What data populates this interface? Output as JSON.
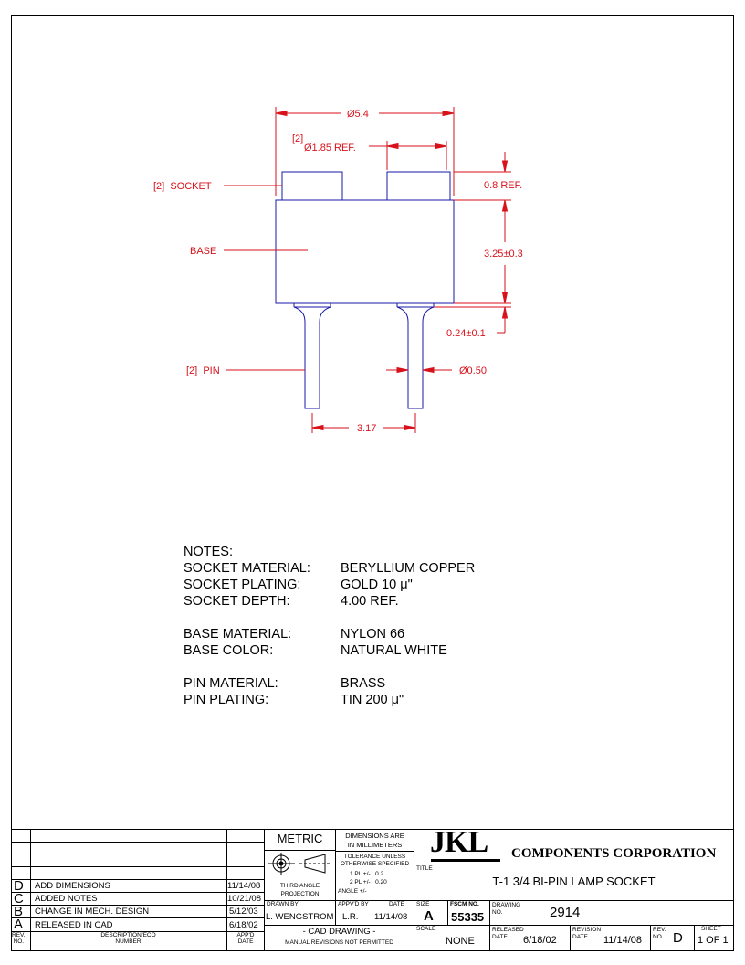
{
  "drawing": {
    "dimensions": {
      "overall_diameter": "Ø5.4",
      "socket_ref_count": "[2]",
      "socket_diameter": "Ø1.85 REF.",
      "socket_height": "0.8 REF.",
      "base_height": "3.25±0.3",
      "shoulder": "0.24±0.1",
      "pin_diameter": "Ø0.50",
      "pin_spacing": "3.17"
    },
    "callouts": {
      "socket": "[2]  SOCKET",
      "base": "BASE",
      "pin": "[2]  PIN"
    }
  },
  "notes": {
    "heading": "NOTES:",
    "groups": [
      [
        {
          "label": "SOCKET MATERIAL:",
          "value": "BERYLLIUM COPPER"
        },
        {
          "label": "SOCKET PLATING:",
          "value": "GOLD 10 μ\""
        },
        {
          "label": "SOCKET DEPTH:",
          "value": "4.00 REF."
        }
      ],
      [
        {
          "label": "BASE MATERIAL:",
          "value": "NYLON 66"
        },
        {
          "label": "BASE COLOR:",
          "value": "NATURAL WHITE"
        }
      ],
      [
        {
          "label": "PIN MATERIAL:",
          "value": "BRASS"
        },
        {
          "label": "PIN PLATING:",
          "value": "TIN 200 μ\""
        }
      ]
    ]
  },
  "revisions": {
    "rows": [
      {
        "rev": "D",
        "description": "ADD DIMENSIONS",
        "date": "11/14/08"
      },
      {
        "rev": "C",
        "description": "ADDED NOTES",
        "date": "10/21/08"
      },
      {
        "rev": "B",
        "description": "CHANGE IN MECH. DESIGN",
        "date": "5/12/03"
      },
      {
        "rev": "A",
        "description": "RELEASED IN CAD",
        "date": "6/18/02"
      }
    ],
    "header": {
      "rev_no": "REV.\nNO.",
      "description": "DESCRIPTION/ECO\nNUMBER",
      "appvd_date": "APP'D\nDATE"
    }
  },
  "title_block": {
    "units": "METRIC",
    "dims_are": "DIMENSIONS ARE\nIN MILLIMETERS",
    "tolerance": "TOLERANCE UNLESS\nOTHERWISE SPECIFIED",
    "tol_1pl": "1 PL +/-   0.2",
    "tol_2pl": "2 PL +/-   0.20",
    "angle": "ANGLE +/-",
    "projection": "THIRD ANGLE\nPROJECTION",
    "company_logo": "JKL",
    "company_name": "COMPONENTS CORPORATION",
    "title_label": "TITLE",
    "title": "T-1 3/4 BI-PIN LAMP SOCKET",
    "drawn_by_label": "DRAWN BY",
    "drawn_by": "L. WENGSTROM",
    "appvd_by_label": "APPV'D BY",
    "appvd_by": "L.R.",
    "date_label": "DATE",
    "date": "11/14/08",
    "size_label": "SIZE",
    "size": "A",
    "fscm_label": "FSCM NO.",
    "fscm": "55335",
    "drawing_no_label": "DRAWING\nNO.",
    "drawing_no": "2914",
    "cad_note": "- CAD DRAWING -",
    "manual_note": "MANUAL REVISIONS NOT PERMITTED",
    "scale_label": "SCALE",
    "scale": "NONE",
    "released_label": "RELEASED\nDATE",
    "released": "6/18/02",
    "revision_date_label": "REVISION\nDATE",
    "revision_date": "11/14/08",
    "rev_no_label": "REV.\nNO.",
    "rev_no": "D",
    "sheet_label": "SHEET",
    "sheet_of": "1 OF 1"
  },
  "colors": {
    "dimension": "#d8121b",
    "outline": "#1a1aa8",
    "ink": "#000000"
  }
}
